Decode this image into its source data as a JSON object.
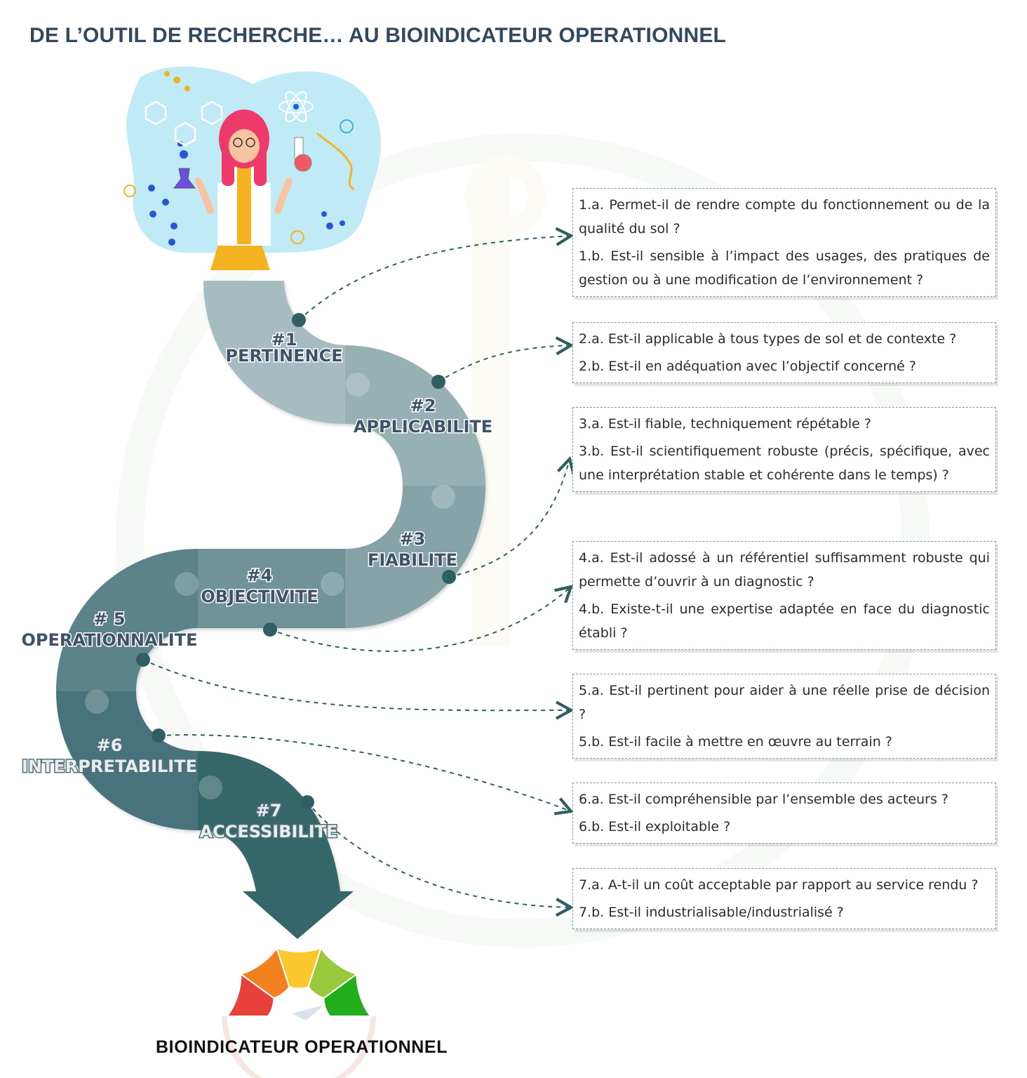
{
  "title": "DE L’OUTIL DE RECHERCHE… AU BIOINDICATEUR OPERATIONNEL",
  "final_label": "BIOINDICATEUR OPERATIONNEL",
  "steps": [
    {
      "num": "#1",
      "name": "PERTINENCE",
      "color": "#a6bcc0"
    },
    {
      "num": "#2",
      "name": "APPLICABILITE",
      "color": "#97b0b4"
    },
    {
      "num": "#3",
      "name": "FIABILITE",
      "color": "#86a3a8"
    },
    {
      "num": "#4",
      "name": "OBJECTIVITE",
      "color": "#709398"
    },
    {
      "num": "# 5",
      "name": "OPERATIONNALITE",
      "color": "#5c8389"
    },
    {
      "num": "#6",
      "name": "INTERPRETABILITE",
      "color": "#4a737b"
    },
    {
      "num": "#7",
      "name": "ACCESSIBILITE",
      "color": "#35666b"
    }
  ],
  "questions": [
    {
      "a": "1.a. Permet-il de rendre compte du fonctionnement ou de la qualité du sol ?",
      "b": "1.b. Est-il sensible à l’impact des usages, des pratiques de gestion ou à une modification de l’environnement ?"
    },
    {
      "a": "2.a. Est-il applicable à tous types de sol et de contexte ?",
      "b": "2.b. Est-il en adéquation avec l’objectif concerné ?"
    },
    {
      "a": "3.a. Est-il fiable, techniquement répétable ?",
      "b": "3.b. Est-il scientifiquement robuste (précis, spécifique, avec une interprétation stable et cohérente dans le temps) ?"
    },
    {
      "a": "4.a. Est-il adossé à un référentiel suffisamment robuste qui permette d’ouvrir à un diagnostic ?",
      "b": "4.b. Existe-t-il une expertise adaptée en face du diagnostic établi ?"
    },
    {
      "a": "5.a. Est-il pertinent pour aider à une réelle prise de décision ?",
      "b": "5.b. Est-il facile à mettre en œuvre au terrain ?"
    },
    {
      "a": "6.a. Est-il compréhensible par l’ensemble des acteurs ?",
      "b": "6.b. Est-il exploitable ?"
    },
    {
      "a": "7.a. A-t-il un coût acceptable par rapport au service rendu ?",
      "b": "7.b. Est-il industrialisable/industrialisé ?"
    }
  ],
  "colors": {
    "title": "#324a5f",
    "connector": "#2f5f63",
    "gauge": [
      "#e8403a",
      "#f3801f",
      "#fbc72c",
      "#98c93c",
      "#22ad1c"
    ]
  },
  "icons": {
    "illustration": "scientist-with-flasks-icon",
    "gauge": "gauge-meter-icon"
  }
}
